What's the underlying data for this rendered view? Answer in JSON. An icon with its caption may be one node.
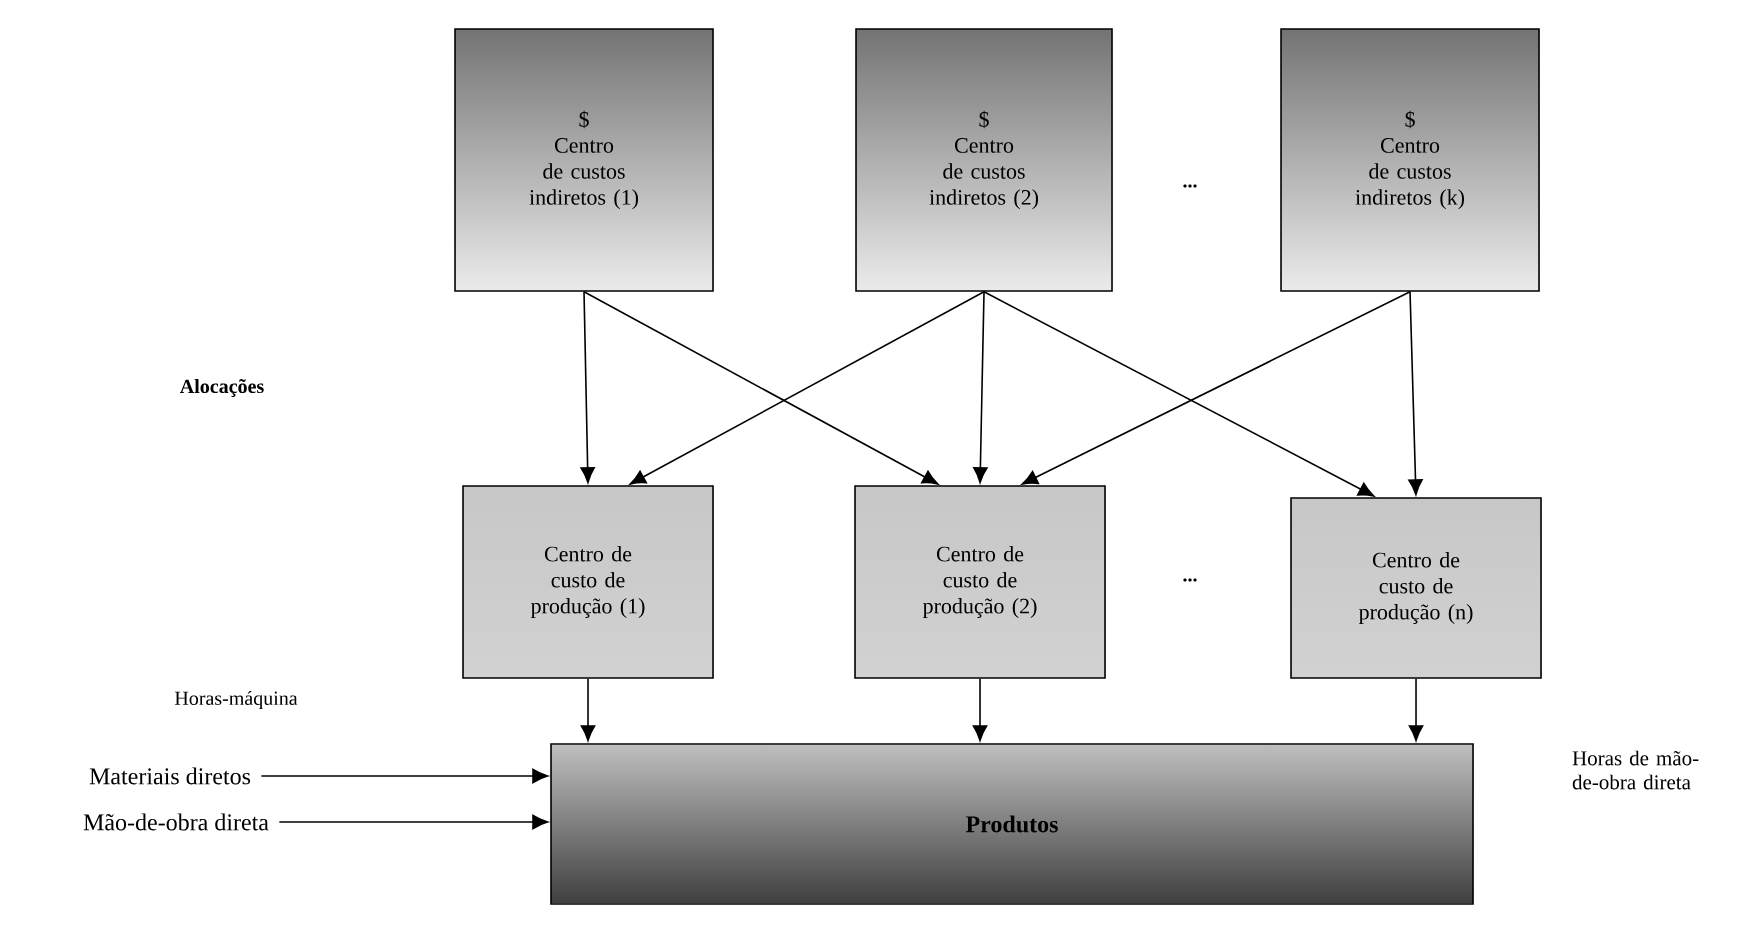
{
  "diagram": {
    "nodes": [
      {
        "text": [
          "$",
          "Centro de custos indiretos (1)"
        ]
      },
      {
        "text": [
          "$",
          "Centro de custos indiretos (2)"
        ]
      },
      {
        "text": [
          "$",
          "Centro de custos indiretos (k)"
        ]
      },
      {
        "text": [
          "Centro de custo de produção (1)"
        ]
      },
      {
        "text": [
          "Centro de custo de produção (2)"
        ]
      },
      {
        "text": [
          "Centro de custo de produção (n)"
        ]
      },
      {
        "text": [
          "Produtos"
        ]
      },
      {
        "text": [
          "Materiais diretos"
        ]
      },
      {
        "text": [
          "Mão-de-obra direta"
        ]
      }
    ],
    "edges": [
      {
        "from": 0,
        "to": 3,
        "arrow": "to"
      },
      {
        "from": 0,
        "to": 4,
        "arrow": "to"
      },
      {
        "from": 1,
        "to": 3,
        "arrow": "to"
      },
      {
        "from": 1,
        "to": 4,
        "arrow": "to"
      },
      {
        "from": 1,
        "to": 5,
        "arrow": "to"
      },
      {
        "from": 2,
        "to": 4,
        "arrow": "to"
      },
      {
        "from": 2,
        "to": 5,
        "arrow": "to"
      },
      {
        "from": 3,
        "to": 6,
        "arrow": "to"
      },
      {
        "from": 4,
        "to": 6,
        "arrow": "to"
      },
      {
        "from": 5,
        "to": 6,
        "arrow": "to"
      },
      {
        "from": 7,
        "to": 6,
        "arrow": "to"
      },
      {
        "from": 8,
        "to": 6,
        "arrow": "to"
      }
    ],
    "labels": [
      "...",
      "Alocações",
      "...",
      "Horas-máquina",
      "Horas de mão-de-obra direta"
    ]
  }
}
